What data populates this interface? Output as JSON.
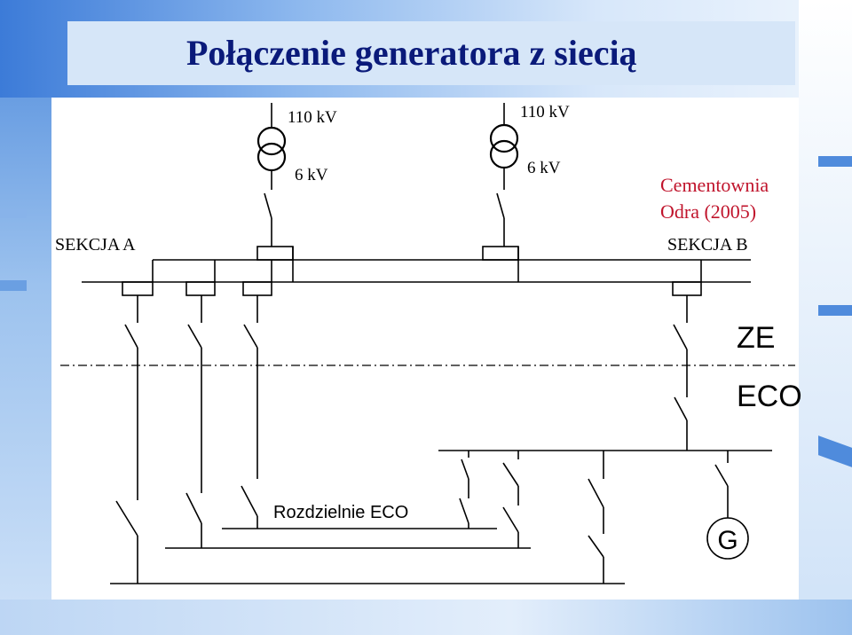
{
  "title": "Połączenie generatora z siecią",
  "transformers": [
    {
      "primary": "110 kV",
      "secondary": "6 kV"
    },
    {
      "primary": "110 kV",
      "secondary": "6 kV"
    }
  ],
  "plant_name_line1": "Cementownia",
  "plant_name_line2": "Odra (2005)",
  "section_a": "SEKCJA A",
  "section_b": "SEKCJA B",
  "zone_top": "ZE",
  "zone_bottom": "ECO",
  "switchgear_label": "Rozdzielnie ECO",
  "generator": "G",
  "colors": {
    "title": "#0a1a7a",
    "plant_name": "#c0142c",
    "lines": "#000000"
  }
}
